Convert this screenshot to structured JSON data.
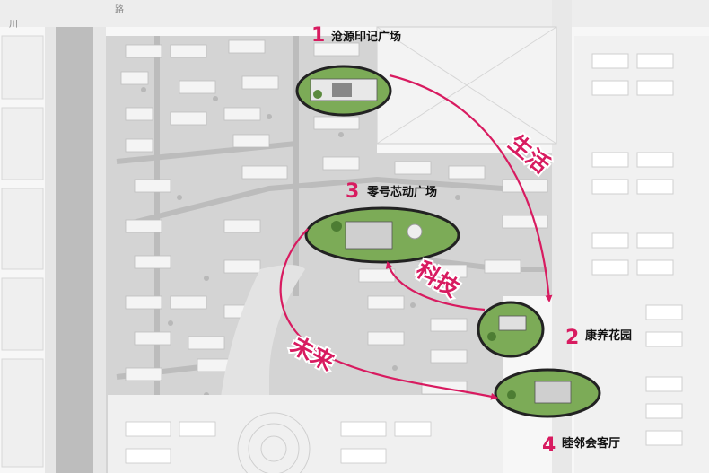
{
  "colors": {
    "accent": "#d81b60",
    "road": "#c4c4c4",
    "block": "#d9d9d9",
    "building": "#f4f4f4",
    "site_green": "#6fa74a",
    "halo_stroke": "#222222"
  },
  "road_label": "路",
  "edge_label": "川",
  "sites": [
    {
      "number": "1",
      "name": "沧源印记广场"
    },
    {
      "number": "2",
      "name": "康养花园"
    },
    {
      "number": "3",
      "name": "零号芯动广场"
    },
    {
      "number": "4",
      "name": "睦邻会客厅"
    }
  ],
  "themes": [
    {
      "text": "生活"
    },
    {
      "text": "科技"
    },
    {
      "text": "未来"
    }
  ]
}
